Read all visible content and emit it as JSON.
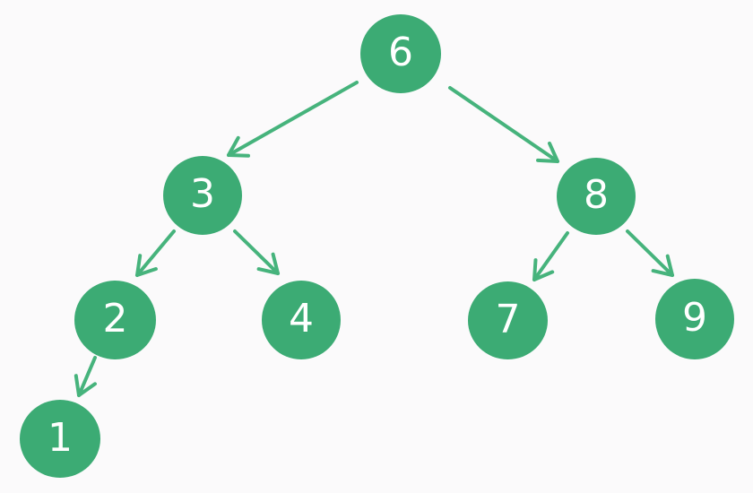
{
  "colors": {
    "node_fill": "#3cab74",
    "edge": "#46b37c",
    "text": "#ffffff",
    "background": "#fbfafb"
  },
  "tree": {
    "nodes": [
      {
        "id": "n6",
        "label": "6"
      },
      {
        "id": "n3",
        "label": "3"
      },
      {
        "id": "n8",
        "label": "8"
      },
      {
        "id": "n2",
        "label": "2"
      },
      {
        "id": "n4",
        "label": "4"
      },
      {
        "id": "n7",
        "label": "7"
      },
      {
        "id": "n9",
        "label": "9"
      },
      {
        "id": "n1",
        "label": "1"
      }
    ],
    "edges": [
      {
        "from": "6",
        "to": "3"
      },
      {
        "from": "6",
        "to": "8"
      },
      {
        "from": "3",
        "to": "2"
      },
      {
        "from": "3",
        "to": "4"
      },
      {
        "from": "8",
        "to": "7"
      },
      {
        "from": "8",
        "to": "9"
      },
      {
        "from": "2",
        "to": "1"
      }
    ]
  }
}
